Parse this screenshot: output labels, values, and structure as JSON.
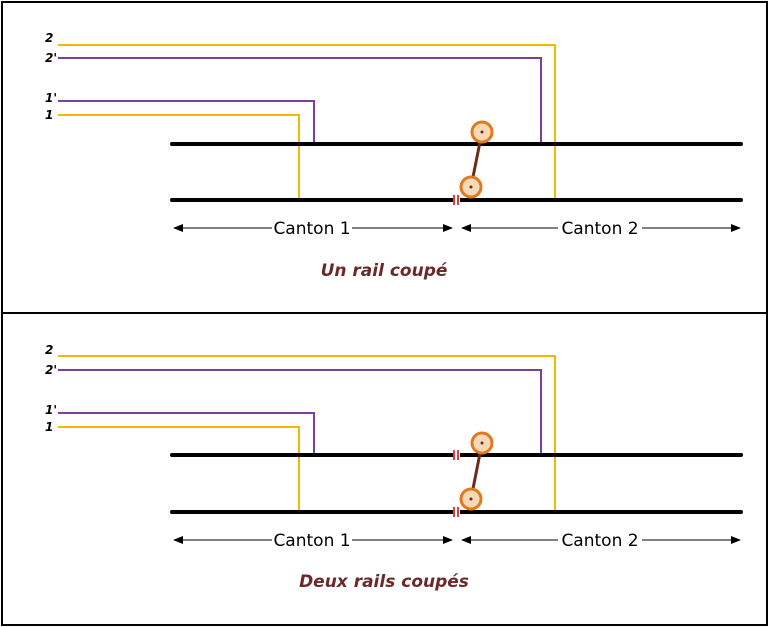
{
  "colors": {
    "background": "#ffffff",
    "frame": "#000000",
    "rail": "#000000",
    "wire_yellow": "#f5b800",
    "wire_purple": "#7a3fa0",
    "axle": "#6b2a1a",
    "wheel": "#e07a1f",
    "wheel_fill": "#f7d9b8",
    "cut_mark": "#cc0000",
    "caption": "#6b2a2a"
  },
  "panels": [
    {
      "caption": "Un rail coupé",
      "cut_rails": "one",
      "wire_labels": {
        "w2": "2",
        "w2p": "2'",
        "w1p": "1'",
        "w1": "1"
      },
      "canton_1": "Canton 1",
      "canton_2": "Canton 2"
    },
    {
      "caption": "Deux rails coupés",
      "cut_rails": "both",
      "wire_labels": {
        "w2": "2",
        "w2p": "2'",
        "w1p": "1'",
        "w1": "1"
      },
      "canton_1": "Canton 1",
      "canton_2": "Canton 2"
    }
  ]
}
